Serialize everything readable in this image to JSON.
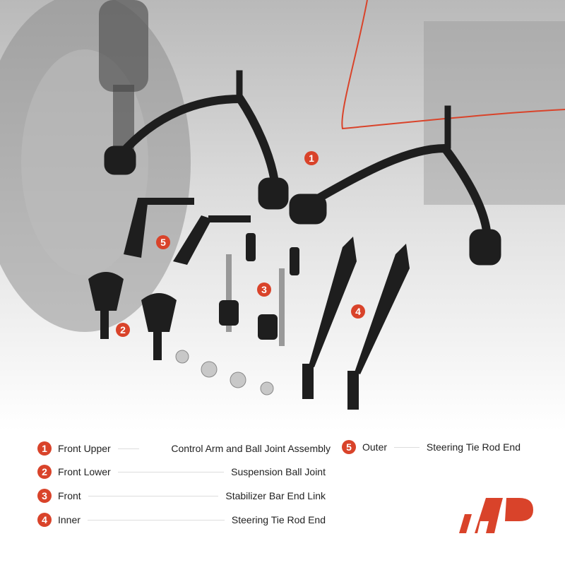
{
  "callouts": [
    "1",
    "2",
    "3",
    "4",
    "5"
  ],
  "legend": [
    {
      "num": "1",
      "type": "Front Upper",
      "part": "Control Arm and Ball Joint Assembly"
    },
    {
      "num": "2",
      "type": "Front Lower",
      "part": "Suspension Ball Joint"
    },
    {
      "num": "3",
      "type": "Front",
      "part": "Stabilizer Bar End Link"
    },
    {
      "num": "4",
      "type": "Inner",
      "part": "Steering Tie Rod End"
    },
    {
      "num": "5",
      "type": "Outer",
      "part": "Steering Tie Rod End"
    }
  ],
  "colors": {
    "accent": "#d9432a",
    "parts": "#1e1e1e"
  }
}
